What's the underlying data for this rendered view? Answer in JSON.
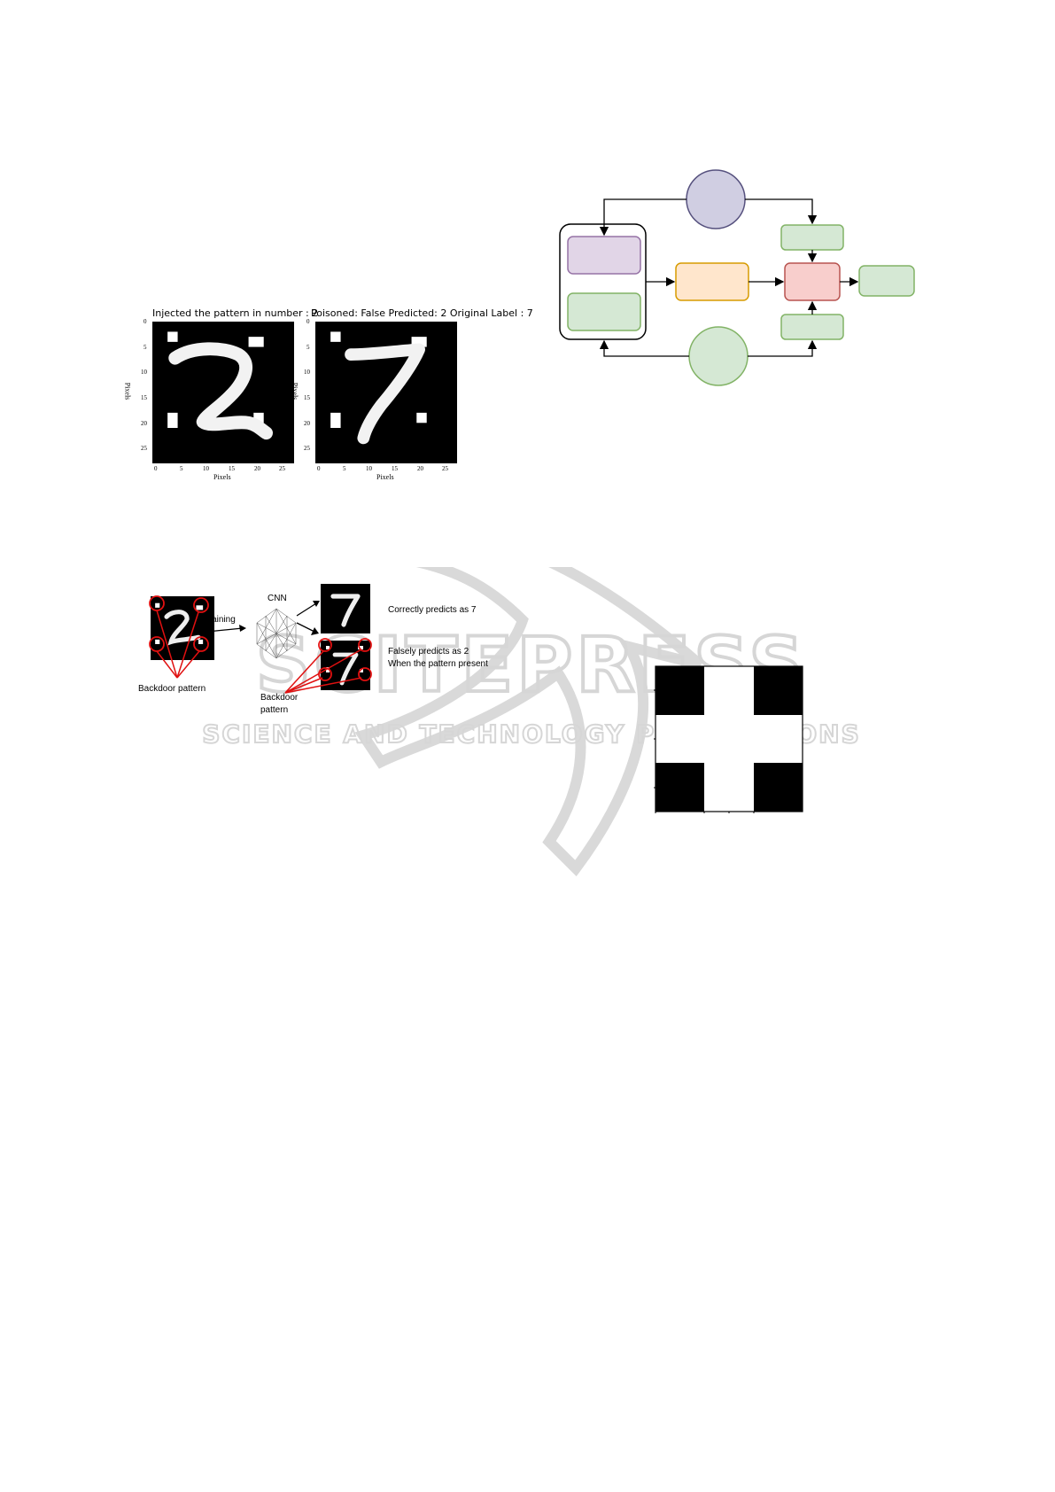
{
  "watermark": {
    "brand": "SCITEPRESS",
    "tagline": "SCIENCE AND TECHNOLOGY PUBLICATIONS"
  },
  "figure_mnist": {
    "left_title": "Injected the pattern in number : 2",
    "right_title": "Poisoned: False Predicted: 2 Original Label : 7",
    "xlabel": "Pixels",
    "ylabel": "Pixels",
    "x_ticks": [
      "0",
      "5",
      "10",
      "15",
      "20",
      "25"
    ],
    "y_ticks": [
      "0",
      "5",
      "10",
      "15",
      "20",
      "25"
    ]
  },
  "figure_backdoor": {
    "training_label": "Training",
    "cnn_label": "CNN",
    "correct_text": "Correctly predicts as 7",
    "false_line1": "Falsely predicts as 2",
    "false_line2": "When the pattern present",
    "backdoor_left": "Backdoor pattern",
    "backdoor_right_line1": "Backdoor",
    "backdoor_right_line2": "pattern"
  },
  "colors": {
    "purple_fill": "#e1d5e7",
    "purple_stroke": "#9673a6",
    "green_fill": "#d5e8d4",
    "green_stroke": "#82b366",
    "orange_fill": "#ffe6cc",
    "orange_stroke": "#d79b00",
    "red_fill": "#f8cecc",
    "red_stroke": "#b85450",
    "lavender_fill": "#d0cee2",
    "lavender_stroke": "#56517e",
    "annotation_red": "#e01010"
  }
}
